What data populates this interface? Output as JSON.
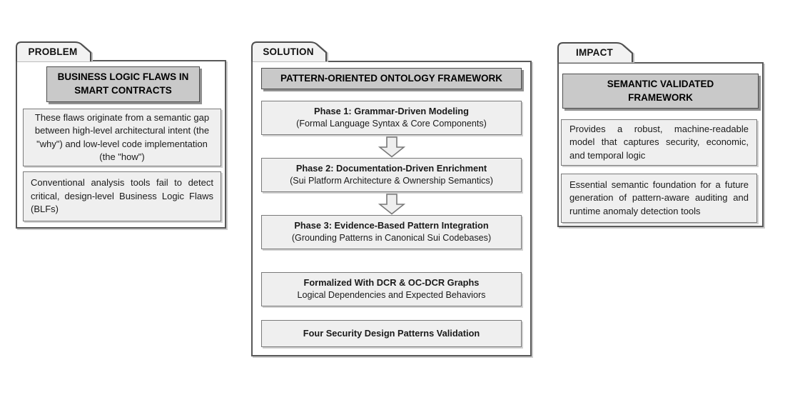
{
  "panels": {
    "problem": {
      "tab": "PROBLEM",
      "header": "BUSINESS LOGIC FLAWS IN SMART CONTRACTS",
      "box1": "These flaws originate from a semantic gap between high-level architectural intent (the \"why\") and low-level code implementation (the \"how\")",
      "box2": "Conventional analysis tools fail to detect critical, design-level Business Logic Flaws (BLFs)"
    },
    "solution": {
      "tab": "SOLUTION",
      "header": "PATTERN-ORIENTED ONTOLOGY FRAMEWORK",
      "phases": [
        {
          "title": "Phase 1: Grammar-Driven Modeling",
          "subtitle": "(Formal Language Syntax & Core Components)"
        },
        {
          "title": "Phase 2: Documentation-Driven Enrichment",
          "subtitle": "(Sui Platform Architecture & Ownership Semantics)"
        },
        {
          "title": "Phase 3: Evidence-Based Pattern Integration",
          "subtitle": "(Grounding Patterns in Canonical Sui Codebases)"
        }
      ],
      "formalized": {
        "title": "Formalized With DCR & OC-DCR Graphs",
        "subtitle": "Logical Dependencies and Expected Behaviors"
      },
      "validation": "Four Security Design Patterns Validation"
    },
    "impact": {
      "tab": "IMPACT",
      "header": "SEMANTIC VALIDATED FRAMEWORK",
      "box1": "Provides a robust, machine-readable model that captures security, economic, and temporal logic",
      "box2": "Essential semantic foundation for a future generation of pattern-aware auditing and runtime anomaly detection tools"
    }
  },
  "icons": {
    "down_arrow": "down-arrow-icon"
  },
  "colors": {
    "panel_border": "#595959",
    "header_fill": "#c9c9c9",
    "box_fill": "#efefef",
    "tab_fill": "#f2f2f2",
    "shadow": "#909090",
    "background": "#ffffff"
  }
}
